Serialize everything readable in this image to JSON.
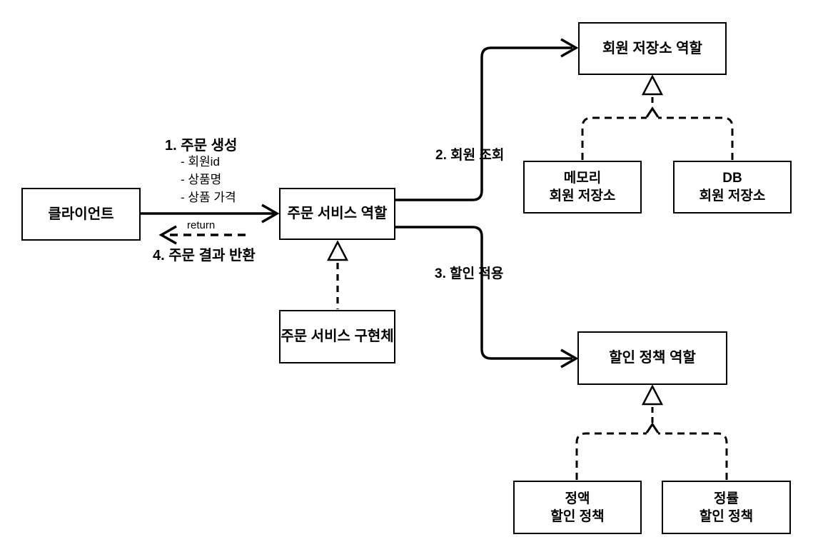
{
  "diagram": {
    "colors": {
      "line": "#000000",
      "background": "#ffffff",
      "box_fill": "#ffffff"
    },
    "boxes": {
      "client": {
        "label": "클라이언트"
      },
      "order_service_role": {
        "label": "주문 서비스 역할"
      },
      "order_service_impl": {
        "label": "주문 서비스 구현체"
      },
      "member_repo_role": {
        "label": "회원 저장소 역할"
      },
      "memory_member_repo": {
        "lines": [
          "메모리",
          "회원 저장소"
        ]
      },
      "db_member_repo": {
        "lines": [
          "DB",
          "회원 저장소"
        ]
      },
      "discount_policy_role": {
        "label": "할인 정책 역할"
      },
      "fixed_discount_policy": {
        "lines": [
          "정액",
          "할인 정책"
        ]
      },
      "rate_discount_policy": {
        "lines": [
          "정률",
          "할인 정책"
        ]
      }
    },
    "edges": {
      "step1": {
        "title": "1. 주문 생성",
        "params": [
          "- 회원id",
          "- 상품명",
          "- 상품 가격"
        ]
      },
      "step2": {
        "label": "2. 회원 조회"
      },
      "step3": {
        "label": "3. 할인 적용"
      },
      "step4": {
        "label": "4. 주문 결과 반환",
        "return_label": "return"
      }
    }
  }
}
